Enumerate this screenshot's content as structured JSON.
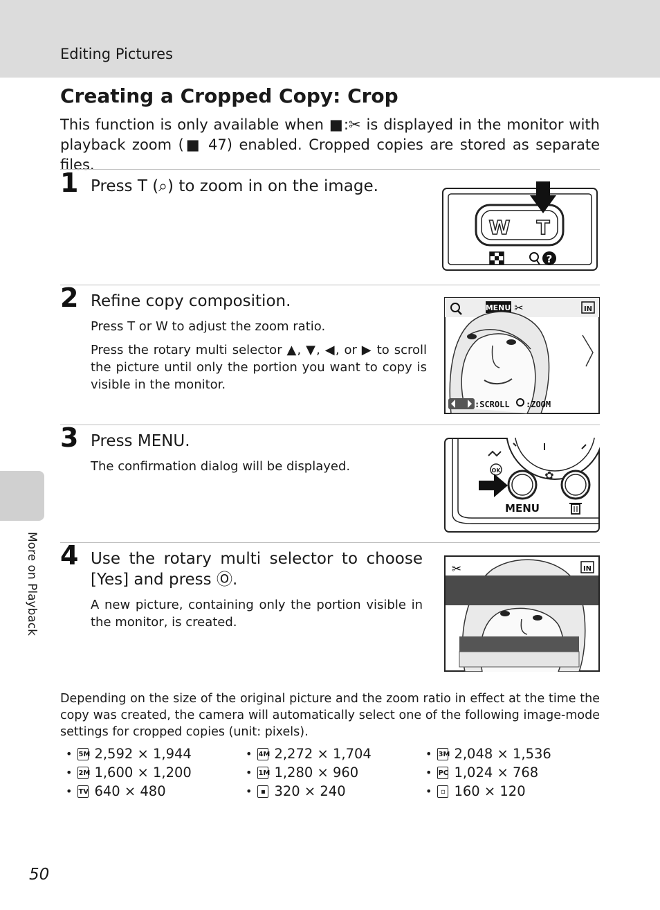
{
  "header": {
    "section": "Editing Pictures"
  },
  "sidebar": {
    "label": "More on Playback"
  },
  "page": {
    "title": "Creating a Cropped Copy: Crop",
    "intro": "This function is only available when ■:✂ is displayed in the monitor with playback zoom (■ 47) enabled. Cropped copies are stored as separate files.",
    "number": "50"
  },
  "steps": [
    {
      "num": "1",
      "head": "Press T (⌕) to zoom in on the image.",
      "body": []
    },
    {
      "num": "2",
      "head": "Refine copy composition.",
      "body": [
        "Press T or W to adjust the zoom ratio.",
        "Press the rotary multi selector ▲, ▼, ◀, or ▶ to scroll the picture until only the portion you want to copy is visible in the monitor."
      ]
    },
    {
      "num": "3",
      "head": "Press MENU.",
      "body": [
        "The confirmation dialog will be displayed."
      ]
    },
    {
      "num": "4",
      "head": "Use the rotary multi selector to choose [Yes] and press Ⓞ.",
      "body": [
        "A new picture, containing only the portion visible in the monitor, is created."
      ]
    }
  ],
  "figures": {
    "zoom_lever": {
      "w_label": "W",
      "t_label": "T"
    },
    "monitor": {
      "menu_label": "MENU",
      "in_label": "IN",
      "scroll_label": ":SCROLL",
      "zoom_label": ":ZOOM"
    },
    "menu_button": {
      "label": "MENU"
    },
    "confirm": {
      "in_label": "IN"
    }
  },
  "depending": "Depending on the size of the original picture and the zoom ratio in effect at the time the copy was created, the camera will automatically select one of the following image-mode settings for cropped copies (unit: pixels).",
  "sizes": [
    {
      "icon": "5M",
      "value": "2,592 × 1,944"
    },
    {
      "icon": "4M",
      "value": "2,272 × 1,704"
    },
    {
      "icon": "3M",
      "value": "2,048 × 1,536"
    },
    {
      "icon": "2M",
      "value": "1,600 × 1,200"
    },
    {
      "icon": "1M",
      "value": "1,280 × 960"
    },
    {
      "icon": "PC",
      "value": "1,024 × 768"
    },
    {
      "icon": "TV",
      "value": "640 × 480"
    },
    {
      "icon": "▪",
      "value": "320 × 240"
    },
    {
      "icon": "▫",
      "value": "160 × 120"
    }
  ]
}
